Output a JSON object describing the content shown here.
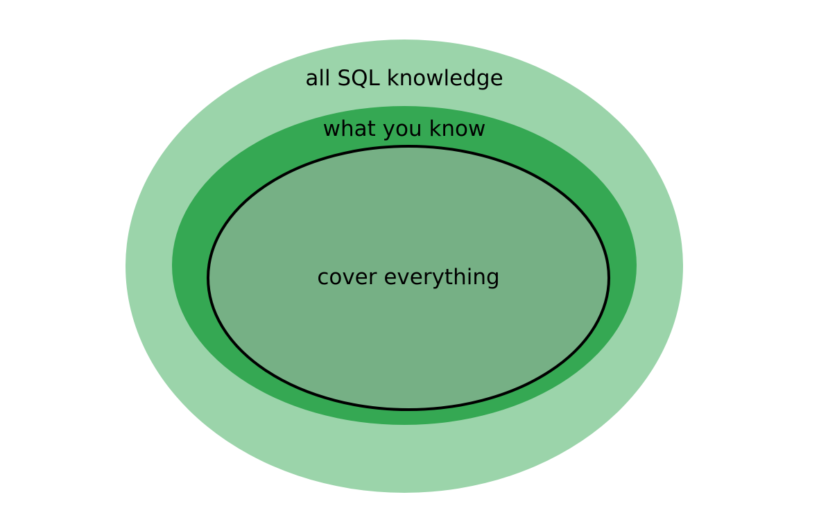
{
  "diagram": {
    "outer": {
      "label": "all SQL knowledge",
      "color": "#9bd4aa"
    },
    "middle": {
      "label": "what you know",
      "color": "#35a853"
    },
    "inner": {
      "label": "cover everything",
      "color": "#76b085",
      "outline_color": "#000000"
    }
  }
}
